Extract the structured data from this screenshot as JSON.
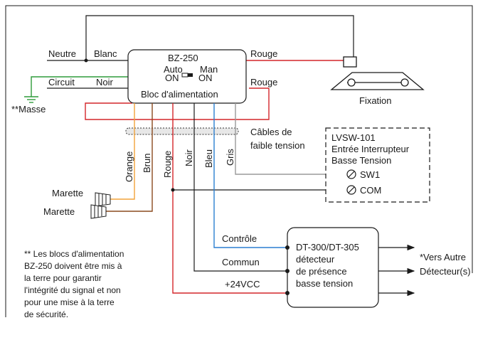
{
  "power_pack": {
    "model": "BZ-250",
    "auto_label": "Auto",
    "auto_on": "ON",
    "man_label": "Man",
    "man_on": "ON",
    "title": "Bloc d'alimentation"
  },
  "mains": {
    "neutre": "Neutre",
    "blanc": "Blanc",
    "circuit": "Circuit",
    "noir": "Noir",
    "masse": "**Masse",
    "rouge_top": "Rouge",
    "rouge_right": "Rouge"
  },
  "fixture": {
    "label": "Fixation"
  },
  "cable_note": {
    "line1": "Câbles de",
    "line2": "faible tension"
  },
  "wire_labels": {
    "orange": "Orange",
    "brun": "Brun",
    "rouge": "Rouge",
    "noir": "Noir",
    "bleu": "Bleu",
    "gris": "Gris"
  },
  "marettes": {
    "a": "Marette",
    "b": "Marette"
  },
  "switch": {
    "model": "LVSW-101",
    "line2": "Entrée Interrupteur",
    "line3": "Basse Tension",
    "sw1": "SW1",
    "com": "COM"
  },
  "detector": {
    "line1": "DT-300/DT-305",
    "line2": "détecteur",
    "line3": "de présence",
    "line4": "basse tension",
    "in_controle": "Contrôle",
    "in_commun": "Commun",
    "in_vcc": "+24VCC"
  },
  "other_detectors": {
    "line1": "*Vers Autre",
    "line2": "Détecteur(s)"
  },
  "footnote": {
    "line1": "** Les blocs d'alimentation",
    "line2": "BZ-250 doivent être mis à",
    "line3": "la terre pour garantir",
    "line4": "l'intégrité du signal et non",
    "line5": "pour une mise à la terre",
    "line6": "de sécurité."
  },
  "colors": {
    "line": "#1a1a1a",
    "red": "#d4262a",
    "green": "#2e9b3a",
    "orange": "#f2a33a",
    "brown": "#8a4a1e",
    "blue": "#2b7fd1",
    "gray": "#9a9a9a"
  }
}
